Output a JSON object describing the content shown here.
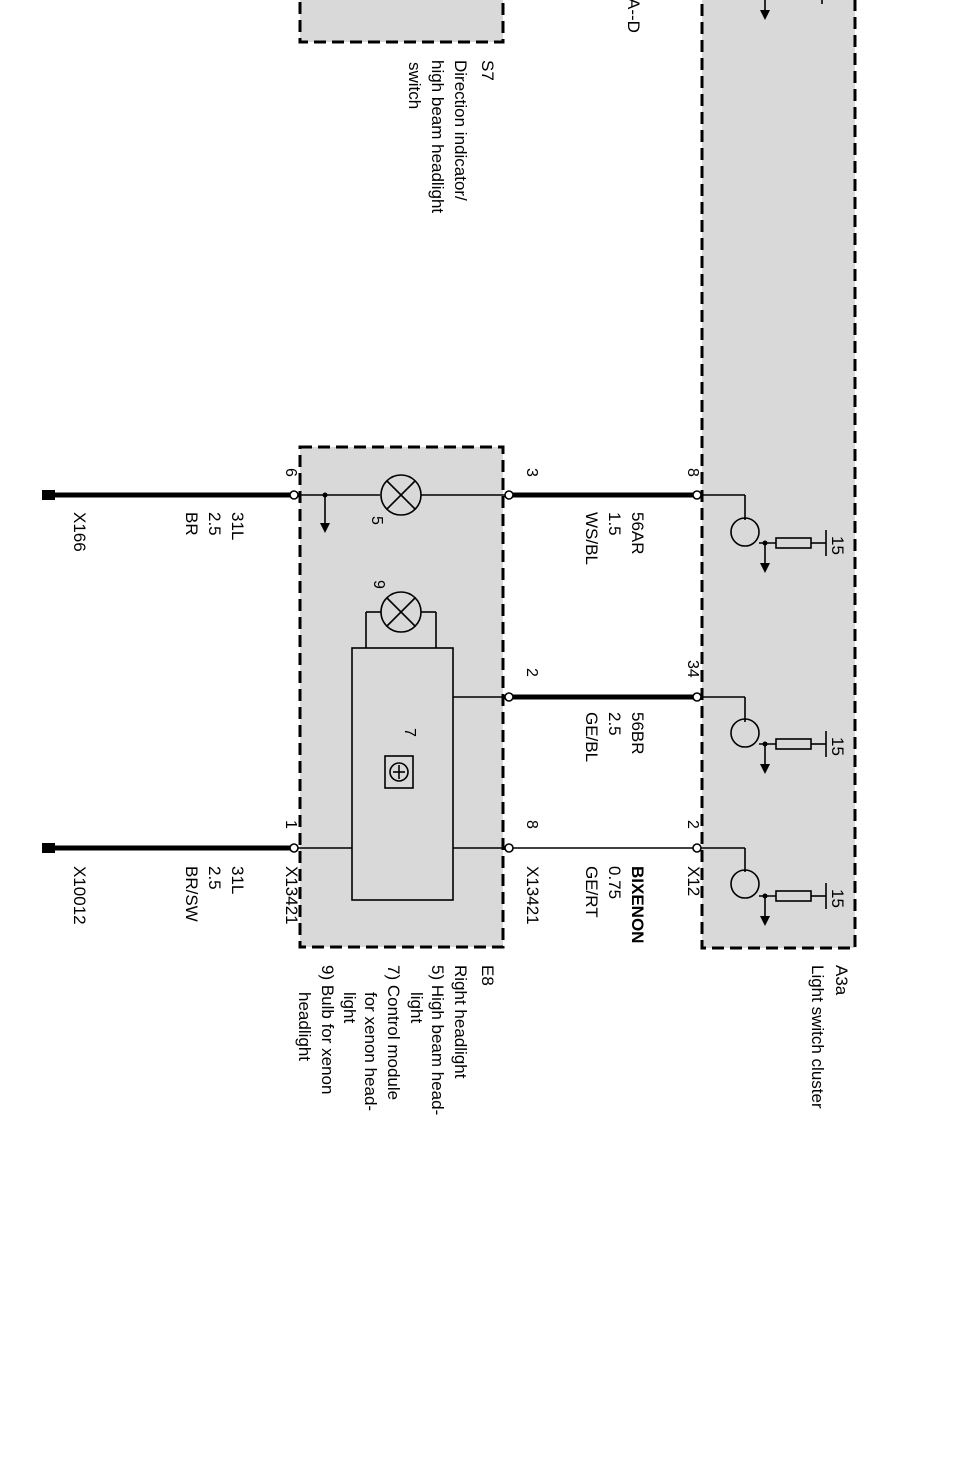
{
  "components": {
    "s7": {
      "id": "S7",
      "desc": [
        "Direction indicator/",
        "high beam  headlight",
        "switch"
      ],
      "top_fragment": "A--D"
    },
    "e8": {
      "id": "E8",
      "desc": [
        "Right headlight",
        "5) High beam    head-",
        "light",
        "7) Control module",
        "for xenon head-",
        "light",
        "9) Bulb for xenon",
        "headlight"
      ],
      "inner_labels": [
        "5",
        "9",
        "7"
      ]
    },
    "a3a": {
      "id": "A3a",
      "desc": [
        "Light switch cluster"
      ]
    }
  },
  "supply_label": "15",
  "wires": [
    {
      "pin_top": "8",
      "pin_bottom": "3",
      "signal": "56AR",
      "size": "1.5",
      "color": "WS/BL"
    },
    {
      "pin_top": "34",
      "pin_bottom": "2",
      "signal": "56BR",
      "size": "2.5",
      "color": "GE/BL"
    },
    {
      "pin_top": "2",
      "pin_bottom": "8",
      "signal": "BIXENON",
      "size": "0.75",
      "color": "GE/RT",
      "connector_top": "X12",
      "connector_bottom": "X13421"
    }
  ],
  "grounds": [
    {
      "pin": "6",
      "signal": "31L",
      "size": "2.5",
      "color": "BR",
      "connector": "X166"
    },
    {
      "pin": "1",
      "signal": "31L",
      "size": "2.5",
      "color": "BR/SW",
      "connector": "X10012",
      "connector_pin": "X13421"
    }
  ]
}
